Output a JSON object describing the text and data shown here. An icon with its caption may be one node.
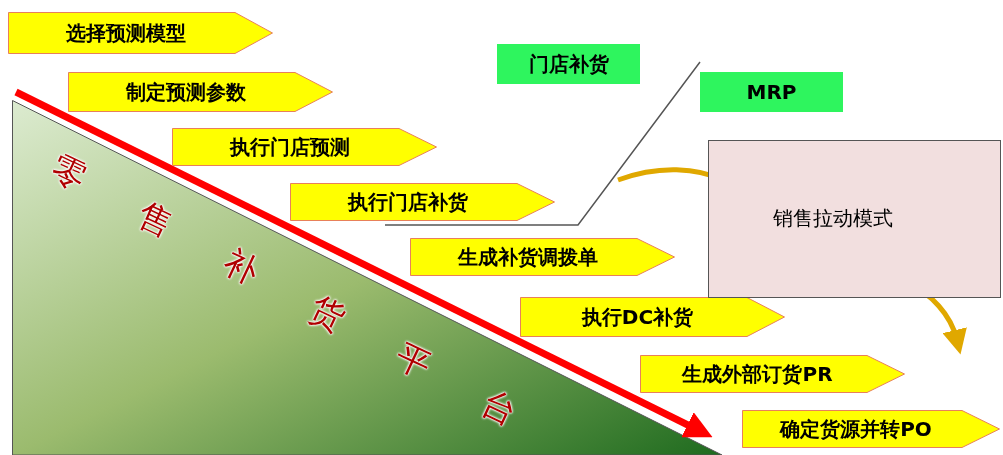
{
  "diagram": {
    "nodes": [
      {
        "text": [
          "选择预测模型"
        ]
      },
      {
        "text": [
          "制定预测参数"
        ]
      },
      {
        "text": [
          "执行门店预测"
        ]
      },
      {
        "text": [
          "执行门店补货"
        ]
      },
      {
        "text": [
          "生成补货调拨单"
        ]
      },
      {
        "text": [
          "执行DC补货"
        ]
      },
      {
        "text": [
          "生成外部订货PR"
        ]
      },
      {
        "text": [
          "确定货源并转PO"
        ]
      },
      {
        "text": [
          "门店补货"
        ]
      },
      {
        "text": [
          "MRP"
        ]
      },
      {
        "text": [
          "销售拉动模式"
        ]
      },
      {
        "text": [
          "零售补货平台"
        ]
      }
    ]
  }
}
